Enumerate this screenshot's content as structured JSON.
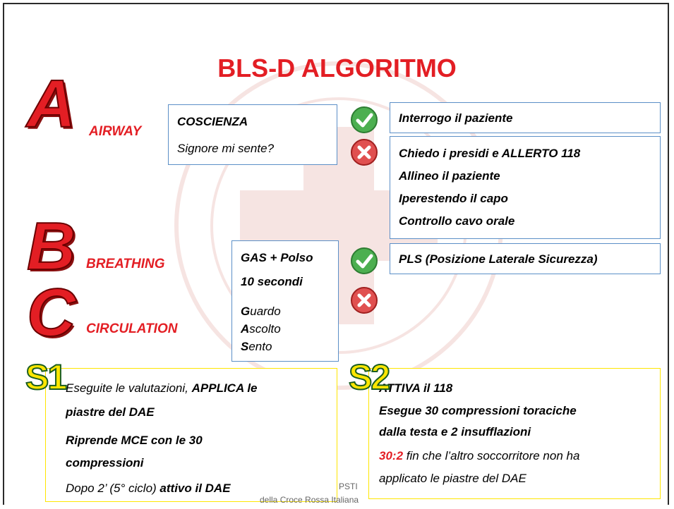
{
  "title": "BLS-D ALGORITMO",
  "steps": {
    "a": {
      "letter": "A",
      "label": "AIRWAY"
    },
    "b": {
      "letter": "B",
      "label": "BREATHING"
    },
    "c": {
      "letter": "C",
      "label": "CIRCULATION"
    }
  },
  "coscienza_box": {
    "heading": "COSCIENZA",
    "question": "Signore mi sente?"
  },
  "yes_box_a": "Interrogo il paziente",
  "no_box_a": [
    "Chiedo i presidi e ALLERTO 118",
    "Allineo il paziente",
    "Iperestendo il capo",
    "Controllo cavo orale"
  ],
  "gas_box": {
    "line1": "GAS + Polso",
    "line2": "10 secondi",
    "guardo_initial": "G",
    "guardo_rest": "uardo",
    "ascolto_initial": "A",
    "ascolto_rest": "scolto",
    "sento_initial": "S",
    "sento_rest": "ento"
  },
  "yes_box_b": "PLS (Posizione Laterale Sicurezza)",
  "s1": {
    "icon": "S1",
    "l1_normal": "Eseguite le valutazioni, ",
    "l1_bold": "APPLICA le",
    "l2": "piastre del DAE",
    "l3": "Riprende MCE con le 30",
    "l4": "compressioni",
    "l5_normal": "Dopo 2’ (5° ciclo) ",
    "l5_bold": "attivo il DAE"
  },
  "s2": {
    "icon": "S2",
    "l1": "ATTIVA il 118",
    "l2": "Esegue 30 compressioni toraciche",
    "l3": "dalla testa e 2 insufflazioni",
    "l4_ratio": "30:2",
    "l4_rest": " fin che l’altro soccorritore non ha",
    "l5": "applicato le piastre del DAE"
  },
  "footer": {
    "line1": "PSTI",
    "line2": "della Croce Rossa Italiana"
  },
  "icons": {
    "yes": "check-icon",
    "no": "cross-icon"
  },
  "colors": {
    "red": "#e31e24",
    "yes": "#4caf50",
    "no": "#e05050",
    "box_border": "#5b8fc7",
    "yellow": "#ffe600"
  }
}
